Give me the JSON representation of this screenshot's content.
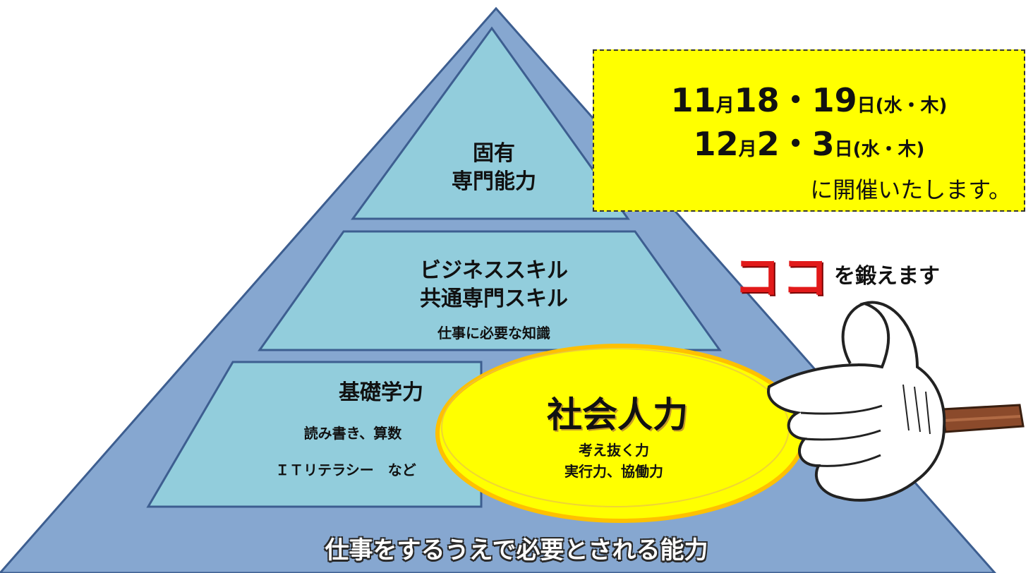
{
  "tiers": {
    "top": {
      "title_1": "固有",
      "title_2": "専門能力"
    },
    "middle": {
      "title_1": "ビジネススキル",
      "title_2": "共通専門スキル",
      "sub": "仕事に必要な知識"
    },
    "bottom_left": {
      "title": "基礎学力",
      "sub_1": "読み書き、算数",
      "sub_2": "ＩＴリテラシー　など"
    }
  },
  "core": {
    "title": "社会人力",
    "sub_1": "考え抜く力",
    "sub_2": "実行力、協働力"
  },
  "caption": "仕事をするうえで必要とされる能力",
  "schedule": {
    "line1": {
      "month": "11",
      "month_unit": "月",
      "days": "18・19",
      "day_unit": "日",
      "weekday": "(水・木)"
    },
    "line2": {
      "month": "12",
      "month_unit": "月",
      "days": "2・3",
      "day_unit": "日",
      "weekday": "(水・木)"
    },
    "tail": "に開催いたします。"
  },
  "callout": {
    "highlight": "ココ",
    "tail": "を鍛えます"
  },
  "colors": {
    "pyramid_outer": "#86a7d0",
    "tier_fill": "#92cddc",
    "outline": "#3d5e90",
    "highlight_ellipse": "#ffff00",
    "date_box": "#ffff00",
    "accent_red": "#e21a1a"
  }
}
